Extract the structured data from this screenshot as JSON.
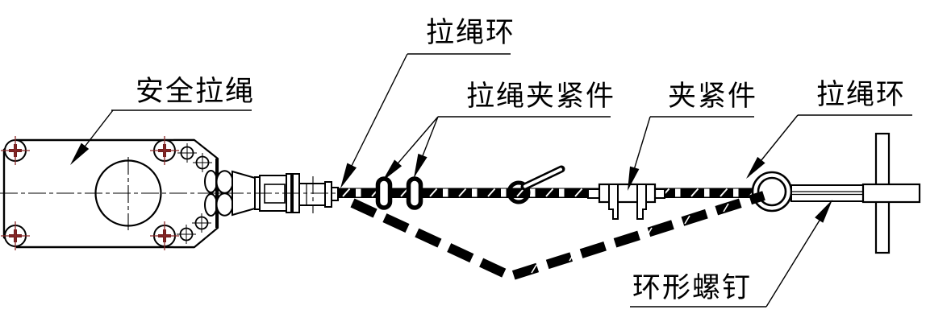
{
  "diagram": {
    "type": "engineering-drawing",
    "subject": "safety pull-rope switch assembly",
    "labels": {
      "safety_rope": "安全拉绳",
      "rope_ring_left": "拉绳环",
      "rope_clamp_fastener": "拉绳夹紧件",
      "clamp_fastener": "夹紧件",
      "rope_ring_right": "拉绳环",
      "eye_bolt": "环形螺钉"
    },
    "colors": {
      "line": "#000000",
      "screw_marker_red": "#8b2a2a",
      "screw_cross_red": "#701d1d",
      "background": "#ffffff"
    }
  }
}
